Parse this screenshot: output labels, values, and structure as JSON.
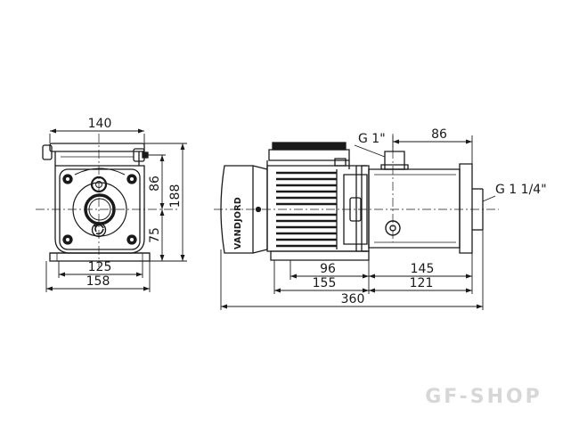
{
  "brand": "VANDJORD",
  "watermark": "GF-SHOP",
  "dimensions": {
    "front_width_top": "140",
    "front_base_inner": "125",
    "front_base_outer": "158",
    "front_height_upper": "86",
    "front_height_lower": "75",
    "front_height_total": "188",
    "side_head_offset": "96",
    "side_head_to_end": "145",
    "side_foot_offset": "155",
    "side_foot_to_end": "121",
    "side_total_length": "360",
    "side_outlet_offset": "86"
  },
  "connections": {
    "outlet": "G 1\"",
    "inlet": "G 1 1/4\""
  }
}
